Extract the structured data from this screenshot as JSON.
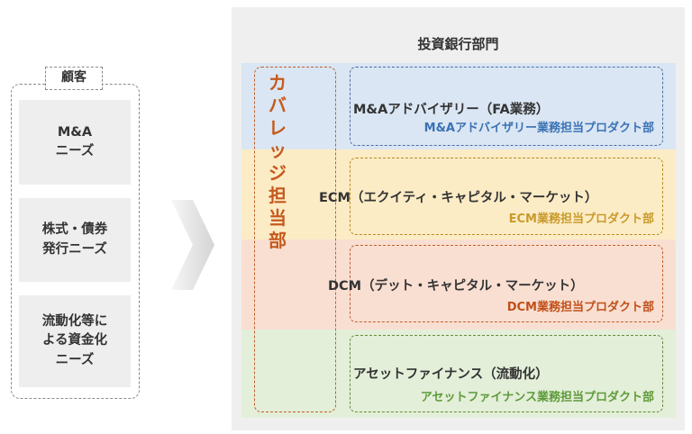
{
  "customer": {
    "title": "顧客",
    "needs": [
      {
        "label": "M&A\nニーズ"
      },
      {
        "label": "株式・債券\n発行ニーズ"
      },
      {
        "label": "流動化等に\nよる資金化\nニーズ"
      }
    ]
  },
  "ib": {
    "title": "投資銀行部門",
    "coverage_label": "カバレッジ担当部",
    "businesses": [
      {
        "name": "M&Aアドバイザリー（FA業務）",
        "dept": "M&Aアドバイザリー業務担当プロダクト部",
        "color": "#3a72b5"
      },
      {
        "name": "ECM（エクイティ・キャピタル・マーケット）",
        "dept": "ECM業務担当プロダクト部",
        "color": "#c99a2b"
      },
      {
        "name": "DCM（デット・キャピタル・マーケット）",
        "dept": "DCM業務担当プロダクト部",
        "color": "#c0501a"
      },
      {
        "name": "アセットファイナンス（流動化）",
        "dept": "アセットファイナンス業務担当プロダクト部",
        "color": "#5f9a3a"
      }
    ]
  },
  "icons": {
    "arrow": "chevron-right-icon"
  }
}
